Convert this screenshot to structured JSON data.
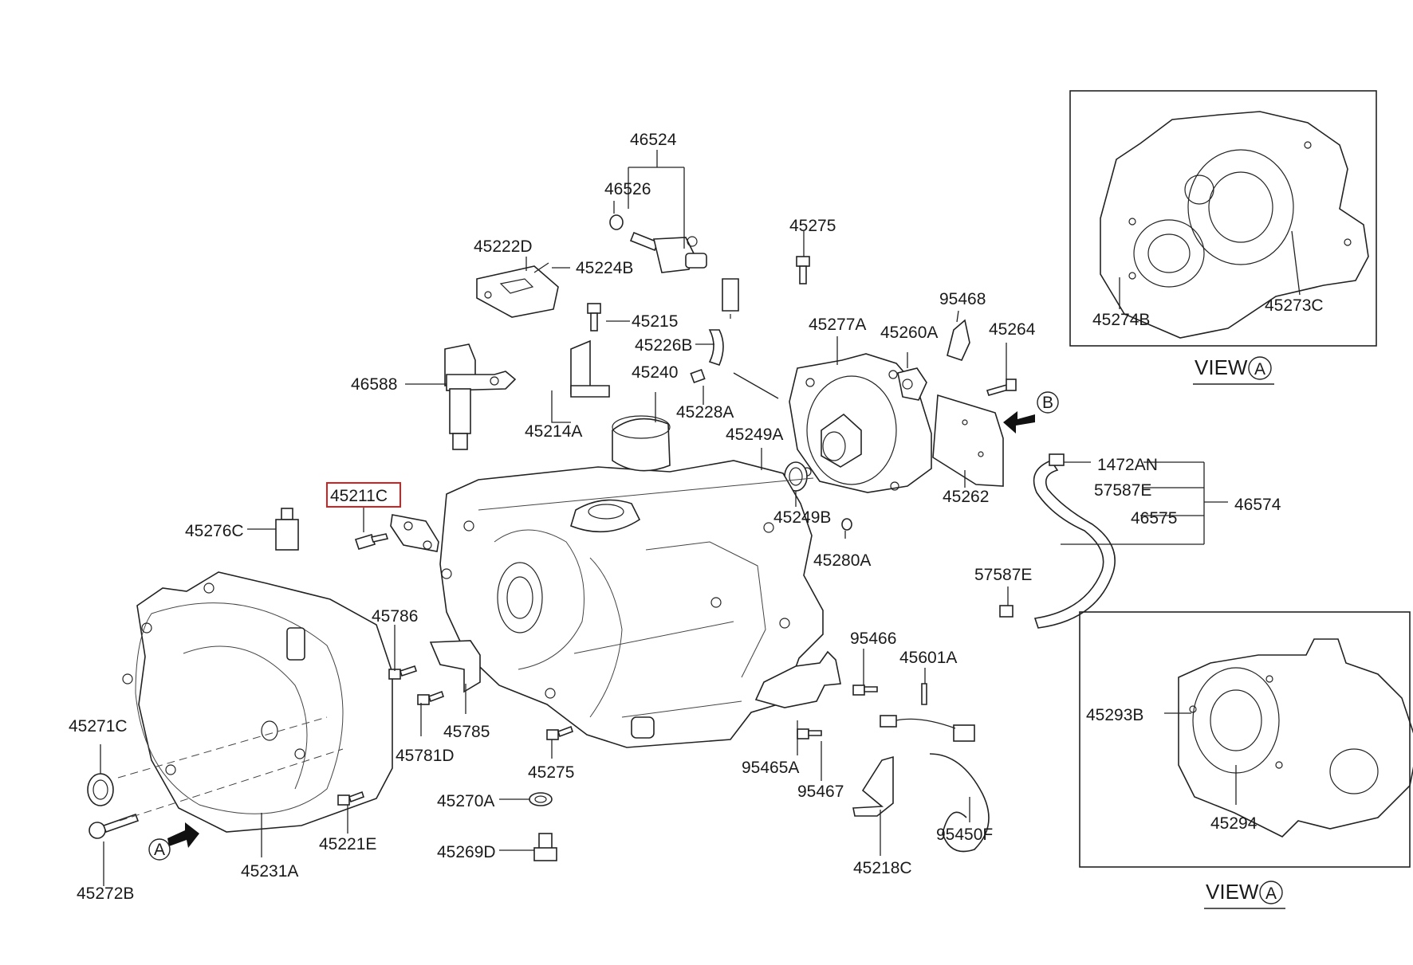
{
  "labels": {
    "p46524": "46524",
    "p46526": "46526",
    "p45222D": "45222D",
    "p45224B": "45224B",
    "p45275_top": "45275",
    "p45215": "45215",
    "p45226B": "45226B",
    "p46588": "46588",
    "p45240": "45240",
    "p45228A": "45228A",
    "p45214A": "45214A",
    "p45277A": "45277A",
    "p95468": "95468",
    "p45260A": "45260A",
    "p45264": "45264",
    "p45249A": "45249A",
    "p45249B": "45249B",
    "p45280A": "45280A",
    "p45262": "45262",
    "p1472AN": "1472AN",
    "p57587E_top": "57587E",
    "p46575": "46575",
    "p46574": "46574",
    "p57587E_bottom": "57587E",
    "p45211C": "45211C",
    "p45276C": "45276C",
    "p45786": "45786",
    "p45785": "45785",
    "p45781D": "45781D",
    "p45275_bottom": "45275",
    "p45270A": "45270A",
    "p45269D": "45269D",
    "p45271C": "45271C",
    "p45272B": "45272B",
    "p45231A": "45231A",
    "p45221E": "45221E",
    "p95466": "95466",
    "p45601A": "45601A",
    "p95465A": "95465A",
    "p95467": "95467",
    "p95450F": "95450F",
    "p45218C": "45218C",
    "p45274B": "45274B",
    "p45273C": "45273C",
    "p45293B": "45293B",
    "p45294": "45294"
  },
  "views": {
    "view_top": "VIEW",
    "view_bottom": "VIEW"
  },
  "markers": {
    "arrow_a": "A",
    "arrow_b": "B",
    "view_top_letter": "A",
    "view_bottom_letter": "A"
  },
  "highlight": {
    "part": "45211C",
    "color": "#d42020"
  }
}
